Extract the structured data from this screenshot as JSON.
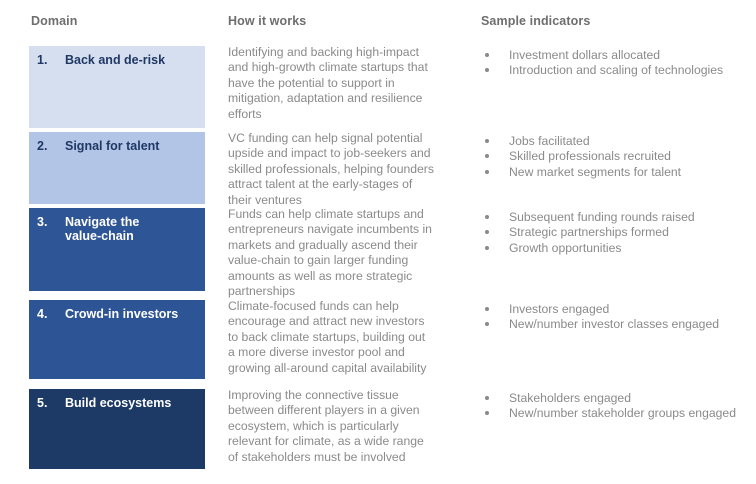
{
  "headers": {
    "domain": "Domain",
    "how_it_works": "How it works",
    "sample_indicators": "Sample indicators"
  },
  "colors": {
    "tile_1": "#d6dff0",
    "tile_2": "#b3c5e7",
    "tile_3": "#2e5596",
    "tile_4": "#2d5596",
    "tile_5": "#1d3a66",
    "header_text": "#6e6e6e",
    "body_text": "#8a8a8a",
    "dark_label_text": "#1f3864",
    "light_label_text": "#ffffff",
    "page_background": "#ffffff"
  },
  "rows": [
    {
      "number": "1.",
      "domain": "Back and de-risk",
      "tile_color": "#d6dff0",
      "label_color": "#1f3864",
      "how_it_works": "Identifying and backing high-impact and high-growth climate startups that have the potential to support in mitigation, adaptation and resilience efforts",
      "indicators": [
        "Investment dollars allocated",
        "Introduction and scaling of technologies"
      ]
    },
    {
      "number": "2.",
      "domain": "Signal for talent",
      "tile_color": "#b3c5e7",
      "label_color": "#1f3864",
      "how_it_works": "VC funding can help signal potential upside and impact to job-seekers and skilled professionals, helping founders attract talent at the early-stages of their ventures",
      "indicators": [
        "Jobs facilitated",
        "Skilled professionals recruited",
        "New market segments for talent"
      ]
    },
    {
      "number": "3.",
      "domain": "Navigate the\nvalue-chain",
      "tile_color": "#2e5596",
      "label_color": "#ffffff",
      "how_it_works": "Funds can help climate startups and entrepreneurs navigate incumbents in markets and gradually ascend their value-chain to gain larger funding amounts as well as more strategic partnerships",
      "indicators": [
        "Subsequent funding rounds raised",
        "Strategic partnerships formed",
        "Growth opportunities"
      ]
    },
    {
      "number": "4.",
      "domain": "Crowd-in investors",
      "tile_color": "#2d5596",
      "label_color": "#ffffff",
      "how_it_works": "Climate-focused funds can help encourage and attract new investors to back climate startups, building out a more diverse investor pool and growing all-around capital availability",
      "indicators": [
        "Investors engaged",
        "New/number investor classes engaged"
      ]
    },
    {
      "number": "5.",
      "domain": "Build ecosystems",
      "tile_color": "#1d3a66",
      "label_color": "#ffffff",
      "how_it_works": "Improving the connective tissue between different players in a given ecosystem, which is particularly relevant for climate, as a wide range of stakeholders must be involved",
      "indicators": [
        "Stakeholders engaged",
        "New/number stakeholder groups engaged"
      ]
    }
  ]
}
